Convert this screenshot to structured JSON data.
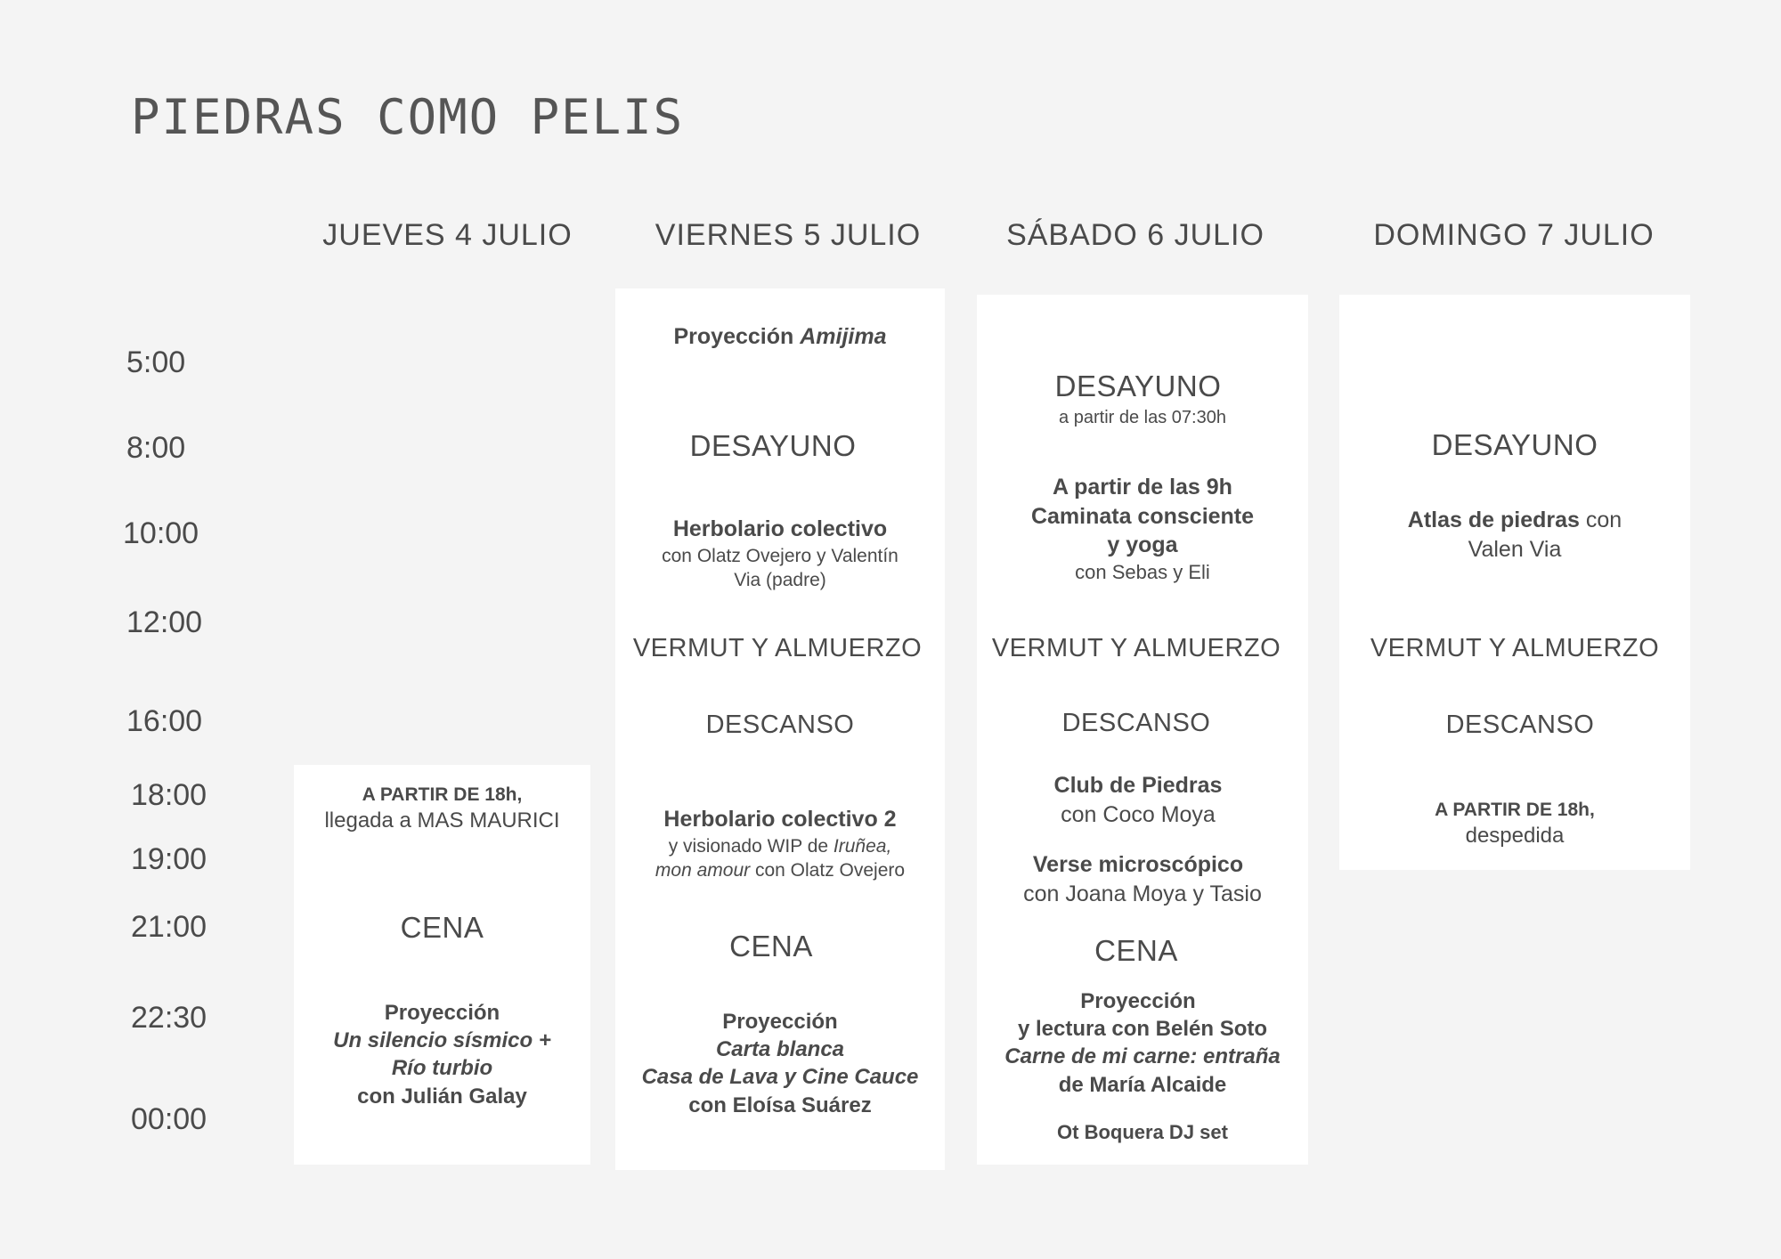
{
  "title": "PIEDRAS COMO PELIS",
  "days": [
    "JUEVES 4 JULIO",
    "VIERNES 5 JULIO",
    "SÁBADO 6 JULIO",
    "DOMINGO 7 JULIO"
  ],
  "times": [
    "5:00",
    "8:00",
    "10:00",
    "12:00",
    "16:00",
    "18:00",
    "19:00",
    "21:00",
    "22:30",
    "00:00"
  ],
  "thu": {
    "arrival_head": "A PARTIR DE 18h,",
    "arrival_sub": "llegada a MAS MAURICI",
    "dinner": "CENA",
    "proj_head": "Proyección",
    "proj_title1": "Un silencio sísmico +",
    "proj_title2": "Río turbio",
    "proj_by": "con Julián Galay"
  },
  "fri": {
    "proj_label": "Proyección",
    "proj_title": "Amijima",
    "breakfast": "DESAYUNO",
    "herb_head": "Herbolario colectivo",
    "herb_sub1": "con Olatz Ovejero y Valentín",
    "herb_sub2": "Via (padre)",
    "vermut": "VERMUT Y ALMUERZO",
    "rest": "DESCANSO",
    "herb2_head": "Herbolario colectivo 2",
    "herb2_sub1a": "y visionado WIP de",
    "herb2_sub1b": "Iruñea,",
    "herb2_sub2a": "mon amour",
    "herb2_sub2b": "con Olatz Ovejero",
    "dinner": "CENA",
    "proj2_head": "Proyección",
    "proj2_title1": "Carta blanca",
    "proj2_title2": "Casa de Lava y Cine Cauce",
    "proj2_by": "con Eloísa Suárez"
  },
  "sat": {
    "breakfast": "DESAYUNO",
    "breakfast_sub": "a partir de las 07:30h",
    "walk1": "A partir de las 9h",
    "walk2": "Caminata consciente",
    "walk3": "y yoga",
    "walk_by": "con Sebas y Eli",
    "vermut": "VERMUT Y ALMUERZO",
    "rest": "DESCANSO",
    "club_head": "Club de Piedras",
    "club_by": "con Coco Moya",
    "verse_head": "Verse microscópico",
    "verse_by": "con Joana Moya y Tasio",
    "dinner": "CENA",
    "proj_head": "Proyección",
    "proj_line2": "y lectura con Belén Soto",
    "proj_title": "Carne de mi carne: entraña",
    "proj_by": "de María Alcaide",
    "dj": "Ot Boquera DJ set"
  },
  "sun": {
    "breakfast": "DESAYUNO",
    "atlas_head": "Atlas de piedras",
    "atlas_con": "con",
    "atlas_by": "Valen Via",
    "vermut": "VERMUT Y ALMUERZO",
    "rest": "DESCANSO",
    "farewell_head": "A PARTIR DE 18h,",
    "farewell_sub": "despedida"
  }
}
